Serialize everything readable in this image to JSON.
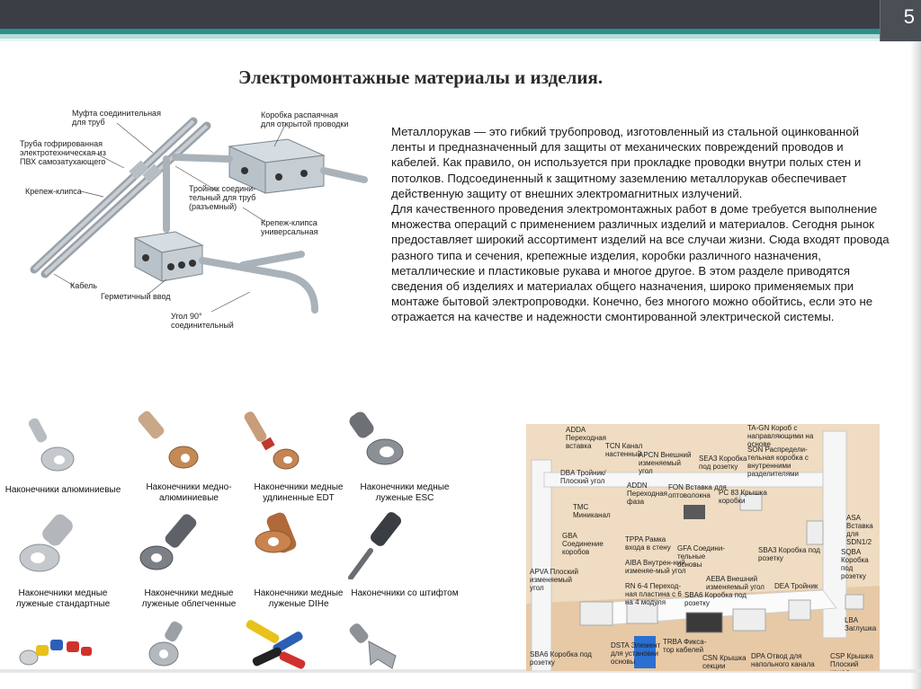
{
  "header": {
    "page_number": "5"
  },
  "title": "Электромонтажные материалы и изделия.",
  "paragraphs": [
    "Металлорукав — это гибкий трубопровод, изготовленный из стальной оцинкованной ленты и предназначенный для защиты от механических повреждений проводов и кабелей. Как правило, он используется при прокладке проводки внутри полых стен и потолков. Подсоединенный к защитному заземлению металлорукав обеспечивает действенную защиту от внешних электромагнитных излучений.",
    "Для качественного проведения электромонтажных работ в доме требуется выполнение множества операций с применением различных изделий и материалов. Сегодня рынок предоставляет широкий ассортимент изделий на все случаи жизни. Сюда входят провода разного типа и сечения, крепежные изделия, коробки различного назначения, металлические и пластиковые рукава и многое другое. В этом разделе приводятся сведения об изделиях и материалах общего назначения, широко применяемых при монтаже бытовой электропроводки. Конечно, без многого можно обойтись, если это не отражается на качестве и надежности смонтированной электрической системы."
  ],
  "diagram": {
    "labels": [
      "Муфта соединительная для труб",
      "Коробка распаячная для открытой проводки",
      "Труба гофрированная электротехническая из ПВХ самозатухающего",
      "Крепеж-клипса",
      "Тройник соедини-тельный для труб (разъемный)",
      "Крепеж-клипса универсальная",
      "Кабель",
      "Герметичный ввод",
      "Угол 90° соединительный"
    ]
  },
  "lugs": [
    "Наконечники алюминиевые",
    "Наконечники медно-алюминиевые",
    "Наконечники медные удлиненные EDT",
    "Наконечники медные луженые ESC",
    "Наконечники медные луженые стандартные",
    "Наконечники медные луженые облегченные",
    "Наконечники медные луженые DIHe",
    "Наконечники со штифтом"
  ],
  "install_labels": [
    "ADDA Переходная вставка",
    "TCN Канал настенный",
    "APCN Внешний изменяемый угол",
    "SEA3 Коробка под розетку",
    "TA-GN Короб с направляющими на основе",
    "SON Распредели-тельная коробка с внутренними разделителями",
    "DBA Тройник/Плоский угол",
    "ADDN Переходная фаза",
    "FON Вставка для оптоволокна",
    "PC 83 Крышка коробки",
    "TMC Миниканал",
    "ASA Вставка для SDN1/2",
    "GBA Соединение коробов",
    "TPPA Рамка входа в стену",
    "GFA Соедини-тельные основы",
    "SBA3 Коробка под розетку",
    "SQBA Коробка под розетку",
    "AIBA Внутрен-ний изменяе-мый угол",
    "APVA Плоский изменяемый угол",
    "RN 6-4 Переход-ная пластина с 6 на 4 модуля",
    "AEBA Внешний изменяемый угол",
    "DEA Тройник",
    "SBA6 Коробка под розетку",
    "LBA Заглушка",
    "DSTA Элемент для установки основы",
    "TRBA Фикса-тор кабелей",
    "SBA6 Коробка под розетку",
    "CSN Крышка секции",
    "DPA Отвод для напольного канала",
    "CSP Крышка Плоский канал"
  ]
}
